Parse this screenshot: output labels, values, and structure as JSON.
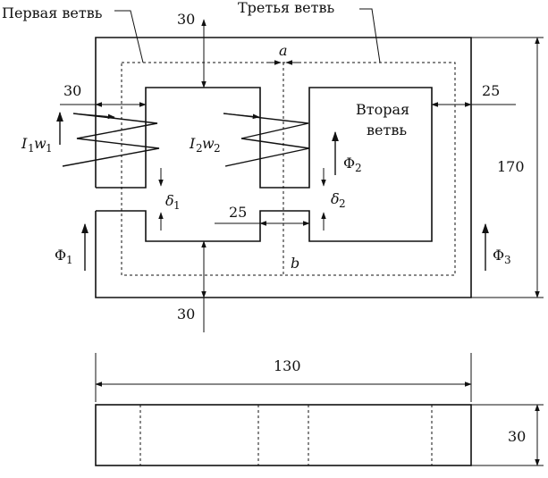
{
  "labels": {
    "branch1": "Первая ветвь",
    "branch3": "Третья ветвь",
    "branch2_line1": "Вторая",
    "branch2_line2": "ветвь",
    "point_a": "a",
    "point_b": "b"
  },
  "dimensions": {
    "top_yoke": "30",
    "left_leg": "30",
    "right_leg": "25",
    "height": "170",
    "center_gap": "25",
    "bottom_yoke": "30",
    "width": "130",
    "depth": "30"
  },
  "coils": {
    "coil1": {
      "I": "I",
      "I_sub": "1",
      "w": "w",
      "w_sub": "1"
    },
    "coil2": {
      "I": "I",
      "I_sub": "2",
      "w": "w",
      "w_sub": "2"
    }
  },
  "gaps": {
    "delta1": {
      "sym": "δ",
      "sub": "1"
    },
    "delta2": {
      "sym": "δ",
      "sub": "2"
    }
  },
  "fluxes": {
    "phi1": {
      "sym": "Φ",
      "sub": "1"
    },
    "phi2": {
      "sym": "Φ",
      "sub": "2"
    },
    "phi3": {
      "sym": "Φ",
      "sub": "3"
    }
  }
}
